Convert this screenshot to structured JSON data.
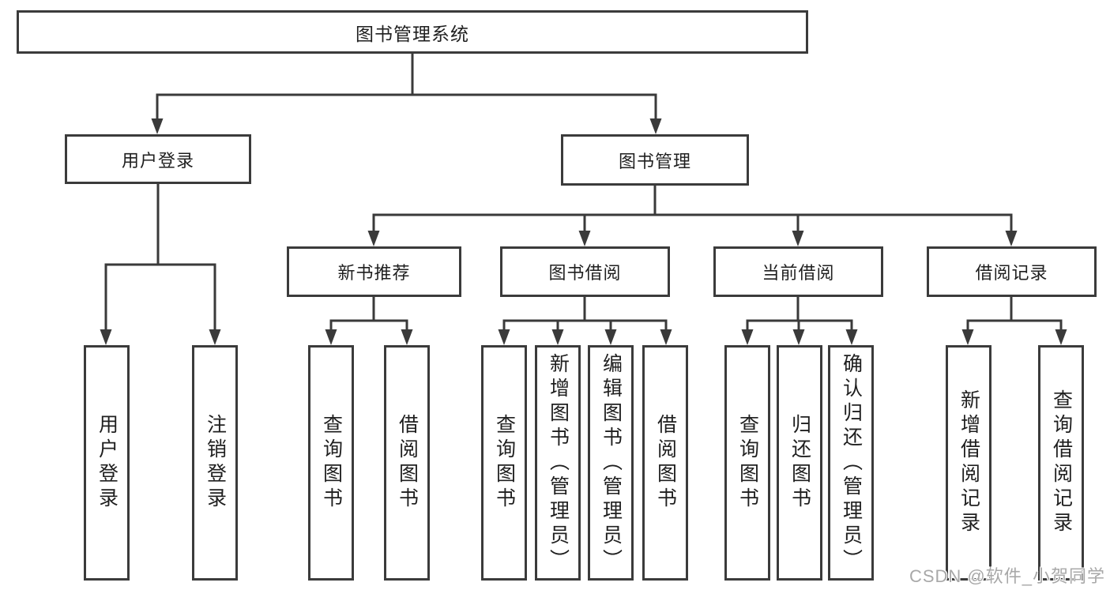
{
  "diagram": {
    "title": "图书管理系统",
    "root": {
      "label": "图书管理系统"
    },
    "level2": [
      {
        "label": "用户登录"
      },
      {
        "label": "图书管理"
      }
    ],
    "level3": [
      {
        "label": "新书推荐"
      },
      {
        "label": "图书借阅"
      },
      {
        "label": "当前借阅"
      },
      {
        "label": "借阅记录"
      }
    ],
    "leaves": [
      {
        "label": "用户登录"
      },
      {
        "label": "注销登录"
      },
      {
        "label": "查询图书"
      },
      {
        "label": "借阅图书"
      },
      {
        "label": "查询图书"
      },
      {
        "label": "新增图书（管理员）"
      },
      {
        "label": "编辑图书（管理员）"
      },
      {
        "label": "借阅图书"
      },
      {
        "label": "查询图书"
      },
      {
        "label": "归还图书"
      },
      {
        "label": "确认归还（管理员）"
      },
      {
        "label": "新增借阅记录"
      },
      {
        "label": "查询借阅记录"
      }
    ]
  },
  "watermark": {
    "text": "CSDN @软件_小贺同学"
  },
  "colors": {
    "line": "#3a3a3a",
    "border": "#3b3b3b",
    "text": "#1f1f1f",
    "watermark": "#a8a8a8",
    "background": "#ffffff"
  }
}
